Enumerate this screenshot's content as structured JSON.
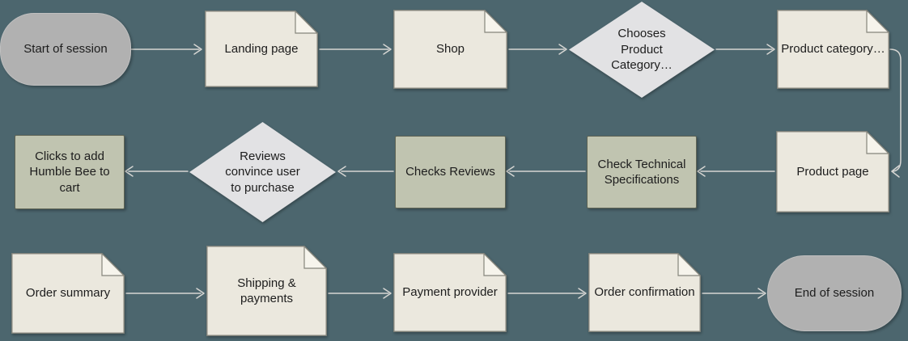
{
  "colors": {
    "background": "#4c666e",
    "document_fill": "#ebe8de",
    "document_fold_fill": "#f6f4ec",
    "document_stroke": "#85857c",
    "process_fill": "#c0c4b0",
    "process_stroke": "#5f6455",
    "decision_fill": "#e2e2e4",
    "terminator_fill": "#b1b1b1",
    "terminator_stroke": "#bfbfbf",
    "arrow": "#d6d6d3",
    "text": "#1d1d1d"
  },
  "nodes": [
    {
      "id": "start-of-session",
      "shape": "terminator",
      "label": "Start of session"
    },
    {
      "id": "landing-page",
      "shape": "document",
      "label": "Landing page"
    },
    {
      "id": "shop",
      "shape": "document",
      "label": "Shop"
    },
    {
      "id": "chooses-product-category",
      "shape": "decision",
      "label": "Chooses\nProduct\nCategory…"
    },
    {
      "id": "product-category",
      "shape": "document",
      "label": "Product category…"
    },
    {
      "id": "product-page",
      "shape": "document",
      "label": "Product page"
    },
    {
      "id": "check-technical-specifications",
      "shape": "process",
      "label": "Check Technical\nSpecifications"
    },
    {
      "id": "checks-reviews",
      "shape": "process",
      "label": "Checks Reviews"
    },
    {
      "id": "reviews-convince-user",
      "shape": "decision",
      "label": "Reviews\nconvince user\nto purchase"
    },
    {
      "id": "clicks-add-humble-bee",
      "shape": "process",
      "label": "Clicks to add\nHumble Bee to cart"
    },
    {
      "id": "order-summary",
      "shape": "document",
      "label": "Order summary"
    },
    {
      "id": "shipping-payments",
      "shape": "document",
      "label": "Shipping & payments"
    },
    {
      "id": "payment-provider",
      "shape": "document",
      "label": "Payment provider"
    },
    {
      "id": "order-confirmation",
      "shape": "document",
      "label": "Order confirmation"
    },
    {
      "id": "end-of-session",
      "shape": "terminator",
      "label": "End of session"
    }
  ],
  "connections": [
    {
      "from": "start-of-session",
      "to": "landing-page"
    },
    {
      "from": "landing-page",
      "to": "shop"
    },
    {
      "from": "shop",
      "to": "chooses-product-category"
    },
    {
      "from": "chooses-product-category",
      "to": "product-category"
    },
    {
      "from": "product-category",
      "to": "product-page"
    },
    {
      "from": "product-page",
      "to": "check-technical-specifications"
    },
    {
      "from": "check-technical-specifications",
      "to": "checks-reviews"
    },
    {
      "from": "checks-reviews",
      "to": "reviews-convince-user"
    },
    {
      "from": "reviews-convince-user",
      "to": "clicks-add-humble-bee"
    },
    {
      "from": "order-summary",
      "to": "shipping-payments"
    },
    {
      "from": "shipping-payments",
      "to": "payment-provider"
    },
    {
      "from": "payment-provider",
      "to": "order-confirmation"
    },
    {
      "from": "order-confirmation",
      "to": "end-of-session"
    }
  ]
}
